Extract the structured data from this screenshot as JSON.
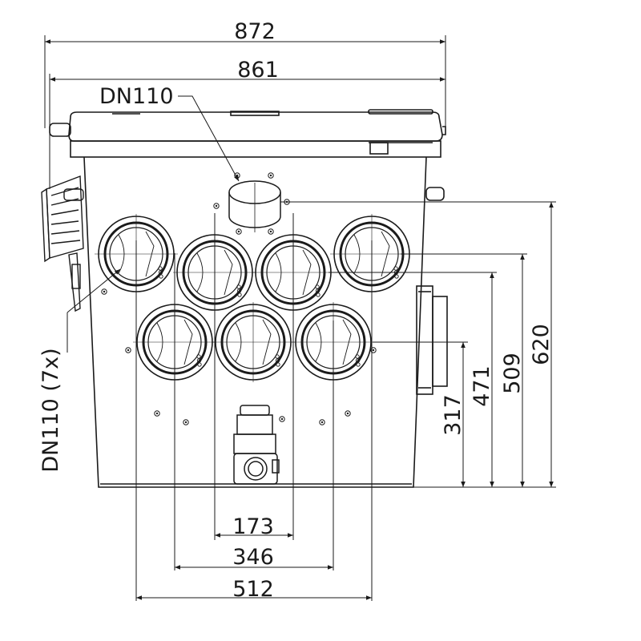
{
  "labels": {
    "top_pipe": "DN110",
    "side_pipes": "DN110 (7x)"
  },
  "dimensions": {
    "width_total": "872",
    "width_body": "861",
    "height_620": "620",
    "height_509": "509",
    "height_471": "471",
    "height_317": "317",
    "spacing_173": "173",
    "spacing_346": "346",
    "spacing_512": "512"
  },
  "colors": {
    "line": "#1a1a1a",
    "background": "#ffffff"
  }
}
